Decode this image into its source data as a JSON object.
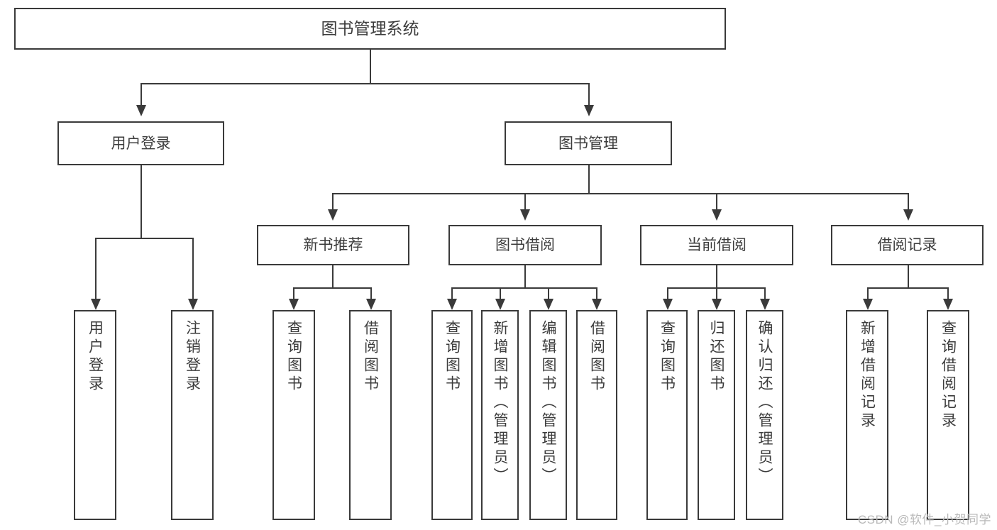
{
  "diagram": {
    "title": "图书管理系统",
    "root": {
      "label": "图书管理系统"
    },
    "level1": [
      {
        "label": "用户登录"
      },
      {
        "label": "图书管理"
      }
    ],
    "level2": [
      {
        "label": "新书推荐"
      },
      {
        "label": "图书借阅"
      },
      {
        "label": "当前借阅"
      },
      {
        "label": "借阅记录"
      }
    ],
    "leaves": {
      "user_login": [
        {
          "label": "用户登录"
        },
        {
          "label": "注销登录"
        }
      ],
      "new_book_recommend": [
        {
          "label": "查询图书"
        },
        {
          "label": "借阅图书"
        }
      ],
      "book_borrow": [
        {
          "label": "查询图书"
        },
        {
          "label": "新增图书（管理员）"
        },
        {
          "label": "编辑图书（管理员）"
        },
        {
          "label": "借阅图书"
        }
      ],
      "current_borrow": [
        {
          "label": "查询图书"
        },
        {
          "label": "归还图书"
        },
        {
          "label": "确认归还（管理员）"
        }
      ],
      "borrow_record": [
        {
          "label": "新增借阅记录"
        },
        {
          "label": "查询借阅记录"
        }
      ]
    },
    "watermark": "CSDN @软件_小贺同学",
    "colors": {
      "stroke": "#3a3a3a",
      "text": "#3c3c3c",
      "background": "#ffffff",
      "watermark": "#b9b9b9"
    }
  }
}
